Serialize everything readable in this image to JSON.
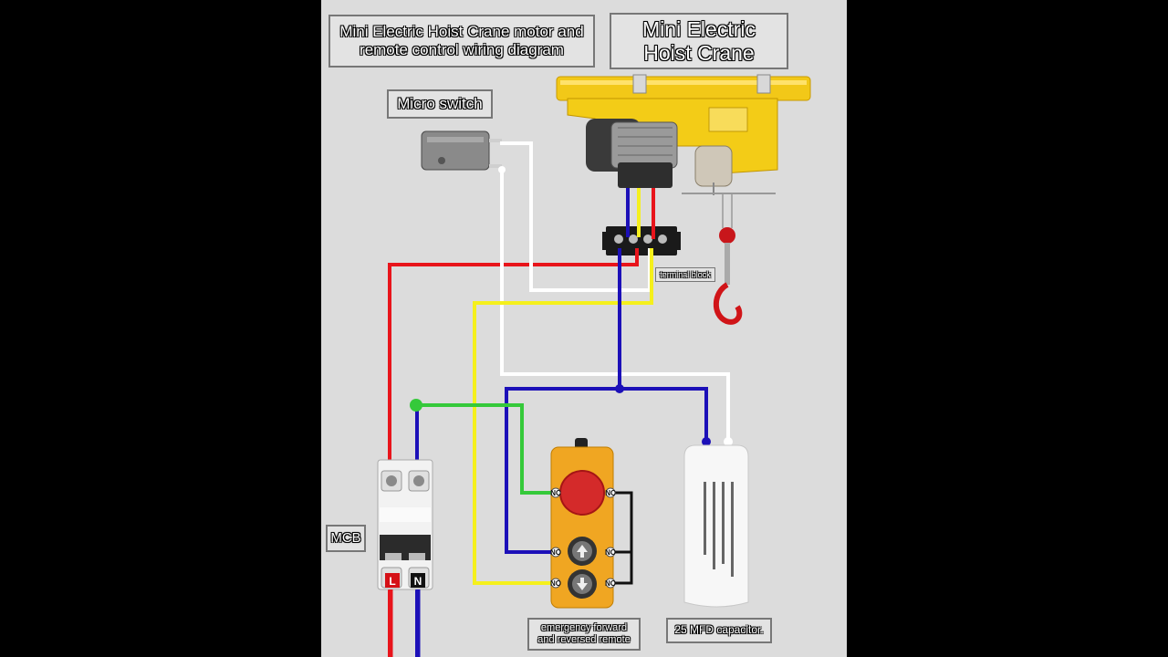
{
  "title_left": "Mini Electric Hoist Crane motor and remote control wiring diagram",
  "title_right": "Mini Electric Hoist Crane",
  "labels": {
    "micro_switch": "Micro switch",
    "terminal_block": "terminal block",
    "mcb": "MCB",
    "remote": "emergency forward and reversed remote",
    "capacitor": "25 MFD capacitor."
  },
  "mcb_terminals": {
    "line": "L",
    "neutral": "N"
  },
  "remote_contacts": {
    "left": [
      "NC",
      "NO",
      "NO"
    ],
    "right": [
      "NC",
      "NO",
      "NO"
    ]
  },
  "wire_colors": {
    "red": "#e8141b",
    "blue": "#1c10b8",
    "white": "#ffffff",
    "yellow": "#f5f01c",
    "green": "#35c93a",
    "black": "#111111"
  }
}
